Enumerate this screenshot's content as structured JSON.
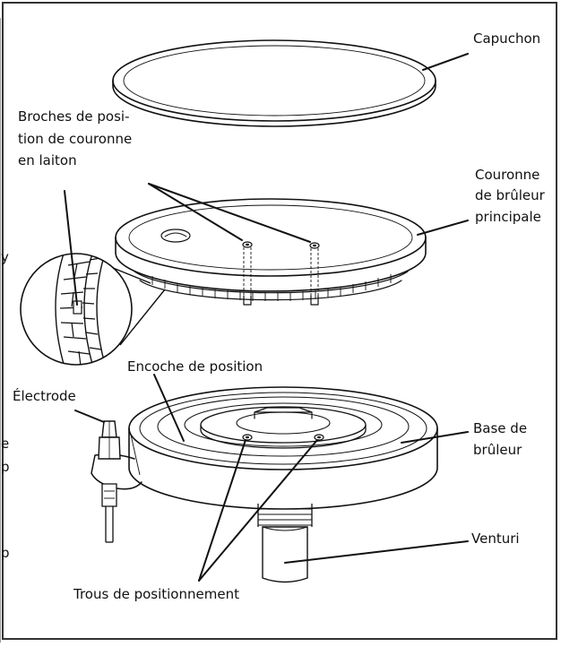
{
  "labels": {
    "capuchon": "Capuchon",
    "broches_1": "Broches de posi-",
    "broches_2": "tion de couronne",
    "broches_3": "en laiton",
    "couronne_1": "Couronne",
    "couronne_2": "de brûleur",
    "couronne_3": "principale",
    "encoche": "Encoche de position",
    "electrode": "Électrode",
    "base_1": "Base de",
    "base_2": "brûleur",
    "venturi": "Venturi",
    "trous": "Trous de positionnement"
  },
  "edge_fragments": {
    "f1": "y",
    "f2": "e",
    "f3": "p",
    "f4": "p"
  },
  "colors": {
    "ink": "#111111",
    "frame": "#333333",
    "shade": "#cfcfcf",
    "paper": "#ffffff"
  }
}
